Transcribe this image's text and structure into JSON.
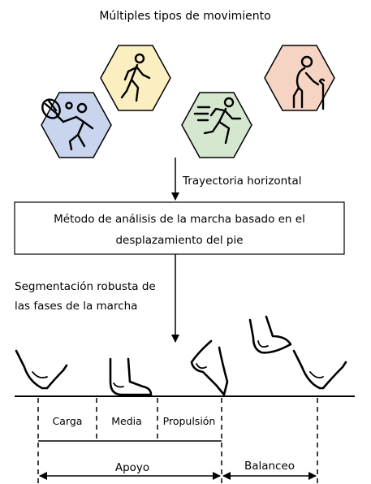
{
  "title": "Múltiples tipos de movimiento",
  "movement_types": [
    {
      "icon": "tennis-player-icon",
      "color": "#c9d4ee"
    },
    {
      "icon": "walking-person-icon",
      "color": "#fbefc1"
    },
    {
      "icon": "running-person-icon",
      "color": "#d5e8cf"
    },
    {
      "icon": "elderly-person-with-cane-icon",
      "color": "#f6d4c3"
    }
  ],
  "arrow1_label": "Trayectoria horizontal",
  "method_box": {
    "line1": "Método de análisis de la marcha basado en el",
    "line2": "desplazamiento del pie"
  },
  "segmentation": {
    "line1": "Segmentación robusta de",
    "line2": "las fases de la marcha"
  },
  "phases": {
    "stance_subphases": [
      "Carga",
      "Media",
      "Propulsión"
    ],
    "stance": "Apoyo",
    "swing": "Balanceo"
  },
  "foot_icons": [
    "foot-heel-strike-icon",
    "foot-flat-icon",
    "foot-toe-off-icon",
    "foot-swing-icon",
    "foot-heel-strike-icon"
  ]
}
